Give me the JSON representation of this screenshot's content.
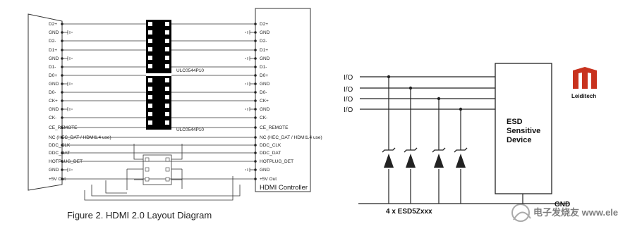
{
  "left": {
    "signals_left": [
      "D2+",
      "GND",
      "D2-",
      "D1+",
      "GND",
      "D1-",
      "D0+",
      "GND",
      "D0-",
      "CK+",
      "GND",
      "CK-",
      "CE_REMOTE",
      "NC (HEC_DAT / HDMI1.4 use)",
      "DDC_CLK",
      "DDC_DAT",
      "HOTPLUG_DET",
      "GND",
      "+5V Out"
    ],
    "signals_right": [
      "D2+",
      "GND",
      "D2-",
      "D1+",
      "GND",
      "D1-",
      "D0+",
      "GND",
      "D0-",
      "CK+",
      "GND",
      "CK-",
      "CE_REMOTE",
      "NC (HEC_DAT / HDMI1.4 use)",
      "DDC_CLK",
      "DDC_DAT",
      "HOTPLUG_DET",
      "GND",
      "+5V Out"
    ],
    "chip_label_1": "ULC0544P10",
    "chip_label_2": "ULC0544P10",
    "controller_label": "HDMI Controller",
    "caption": "Figure 2.  HDMI 2.0 Layout Diagram"
  },
  "right": {
    "io_labels": [
      "I/O",
      "I/O",
      "I/O",
      "I/O"
    ],
    "device_label": "ESD Sensitive Device",
    "gnd_label": "GND",
    "part_label": "4 x ESD5Zxxx",
    "logo_text": "Leiditech",
    "watermark": "电子发烧友 www.elecfans.com"
  }
}
